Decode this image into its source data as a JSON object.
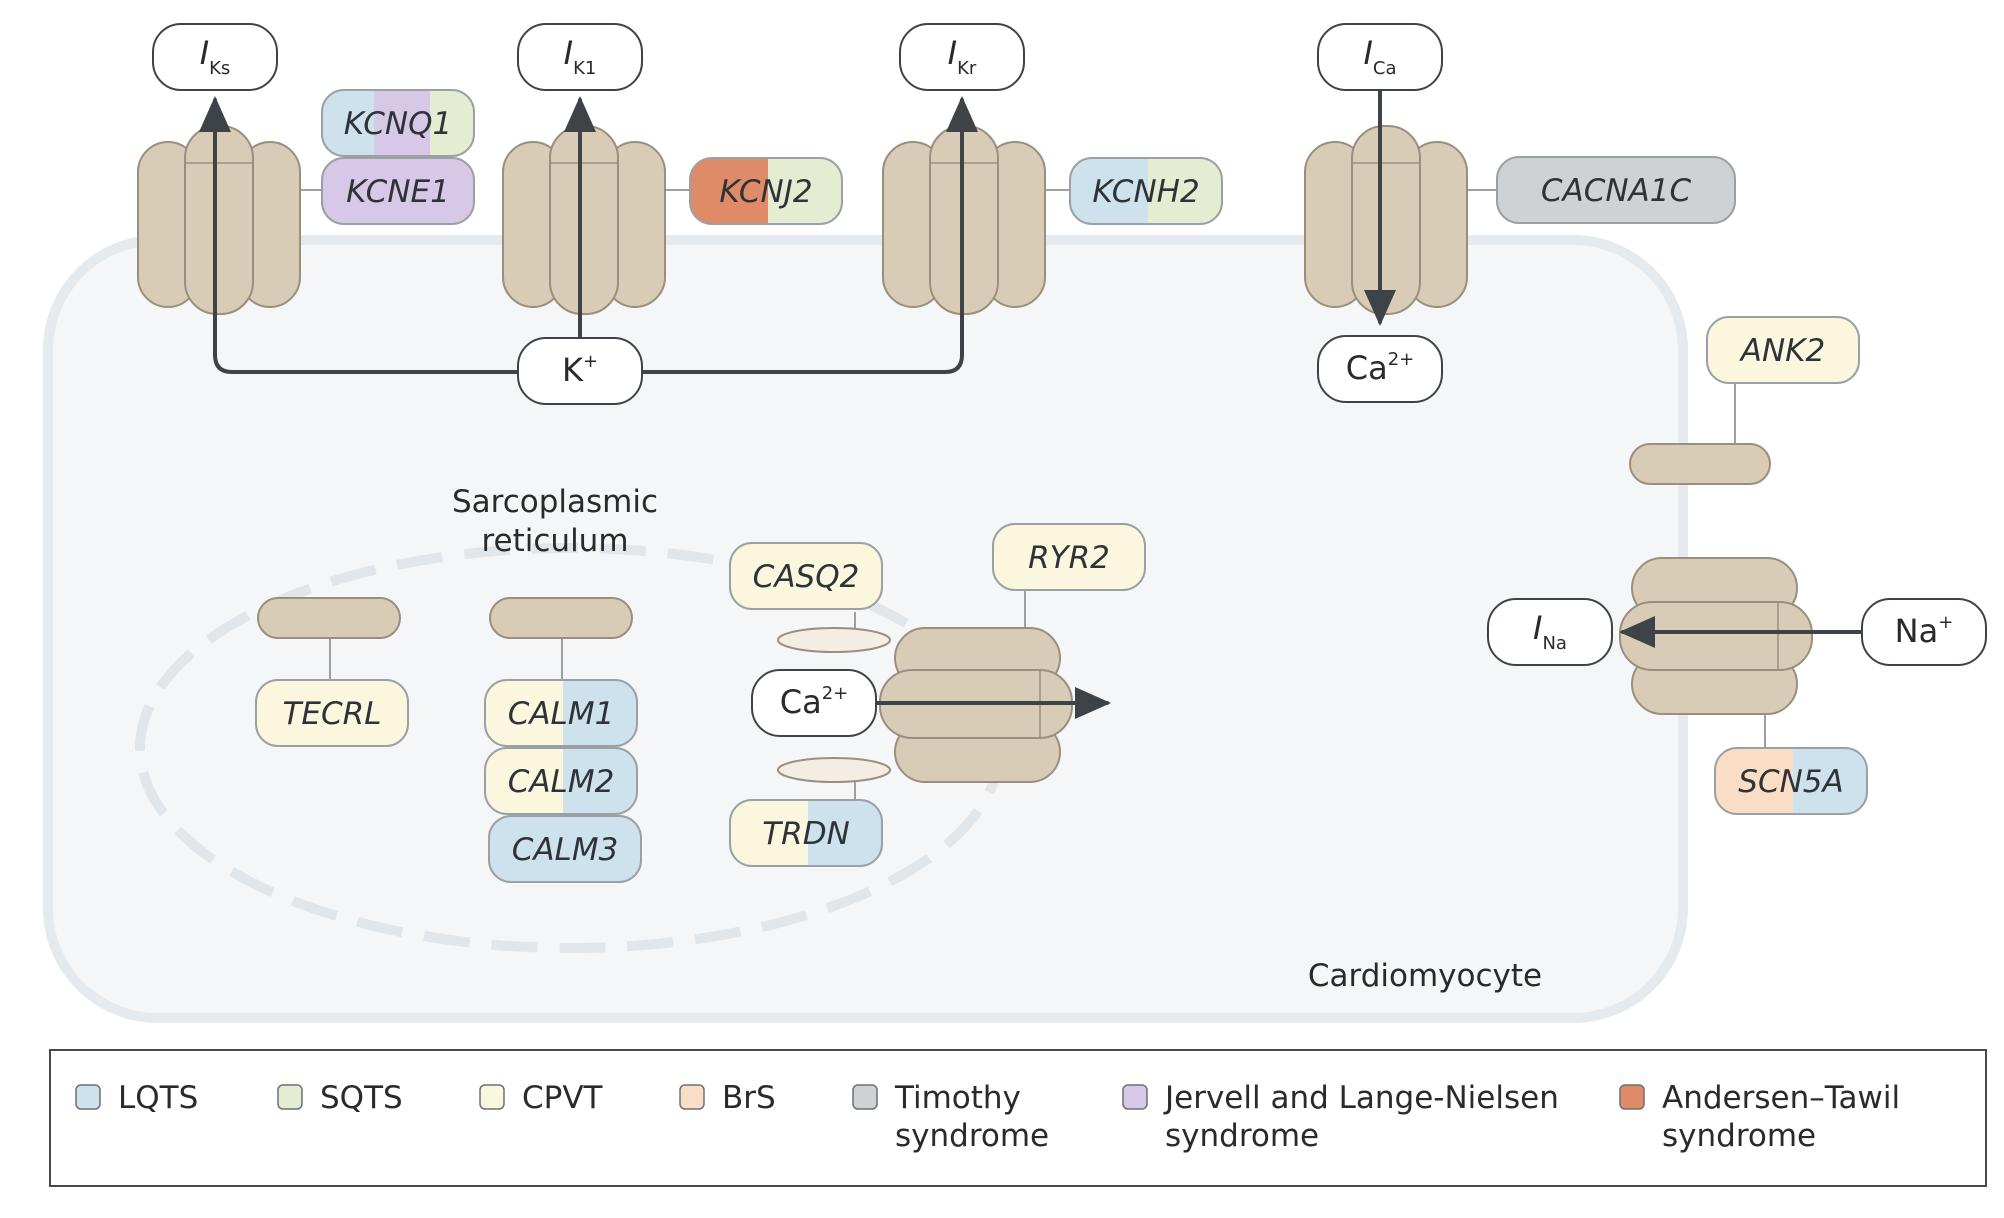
{
  "colors": {
    "lqts": "#cde2ec",
    "sqts": "#e4ecd2",
    "cpvt": "#fbf6de",
    "brs": "#f9ddc4",
    "timothy": "#cfd2d5",
    "jlns": "#d8c8e8",
    "andersen": "#e08b67",
    "channel": "#d9ccb6",
    "channel_stroke": "#9a8f7e",
    "cell_fill": "#f4f6f7",
    "cell_stroke": "#e4eaed",
    "arrow": "#3d4347"
  },
  "cell_label": "Cardiomyocyte",
  "sr_label_line1": "Sarcoplasmic",
  "sr_label_line2": "reticulum",
  "currents": {
    "iks": {
      "main": "I",
      "sub": "Ks"
    },
    "ik1": {
      "main": "I",
      "sub": "K1"
    },
    "ikr": {
      "main": "I",
      "sub": "Kr"
    },
    "ica": {
      "main": "I",
      "sub": "Ca"
    },
    "ina": {
      "main": "I",
      "sub": "Na"
    }
  },
  "ions": {
    "k": {
      "main": "K",
      "sup": "+"
    },
    "ca_cyto": {
      "main": "Ca",
      "sup": "2+"
    },
    "ca_sr": {
      "main": "Ca",
      "sup": "2+"
    },
    "na": {
      "main": "Na",
      "sup": "+"
    }
  },
  "genes": {
    "kcnq1": "KCNQ1",
    "kcne1": "KCNE1",
    "kcnj2": "KCNJ2",
    "kcnh2": "KCNH2",
    "cacna1c": "CACNA1C",
    "ank2": "ANK2",
    "casq2": "CASQ2",
    "ryr2": "RYR2",
    "tecrl": "TECRL",
    "calm1": "CALM1",
    "calm2": "CALM2",
    "calm3": "CALM3",
    "trdn": "TRDN",
    "scn5a": "SCN5A"
  },
  "legend": [
    {
      "key": "lqts",
      "line1": "LQTS",
      "line2": ""
    },
    {
      "key": "sqts",
      "line1": "SQTS",
      "line2": ""
    },
    {
      "key": "cpvt",
      "line1": "CPVT",
      "line2": ""
    },
    {
      "key": "brs",
      "line1": "BrS",
      "line2": ""
    },
    {
      "key": "timothy",
      "line1": "Timothy",
      "line2": "syndrome"
    },
    {
      "key": "jlns",
      "line1": "Jervell and Lange-Nielsen",
      "line2": "syndrome"
    },
    {
      "key": "andersen",
      "line1": "Andersen–Tawil",
      "line2": "syndrome"
    }
  ]
}
